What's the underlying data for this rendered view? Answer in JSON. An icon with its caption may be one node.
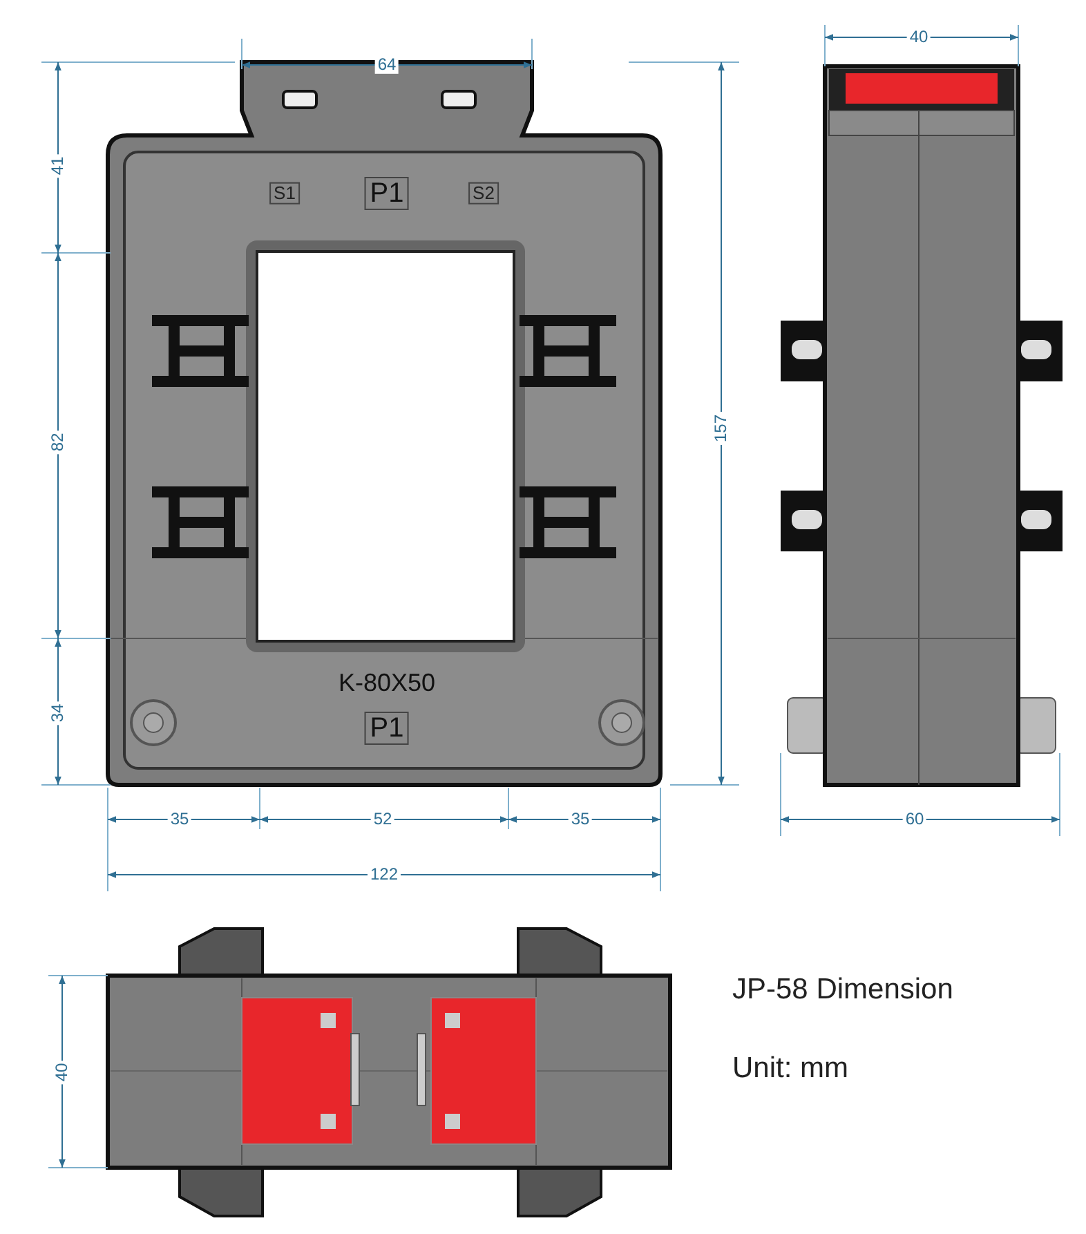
{
  "diagram": {
    "labels": [
      "64",
      "40",
      "41",
      "S1",
      "P1",
      "S2",
      "157",
      "82",
      "K-80X50",
      "P1",
      "34",
      "35",
      "52",
      "35",
      "60",
      "122",
      "40",
      "JP-58 Dimension",
      "Unit: mm"
    ]
  }
}
